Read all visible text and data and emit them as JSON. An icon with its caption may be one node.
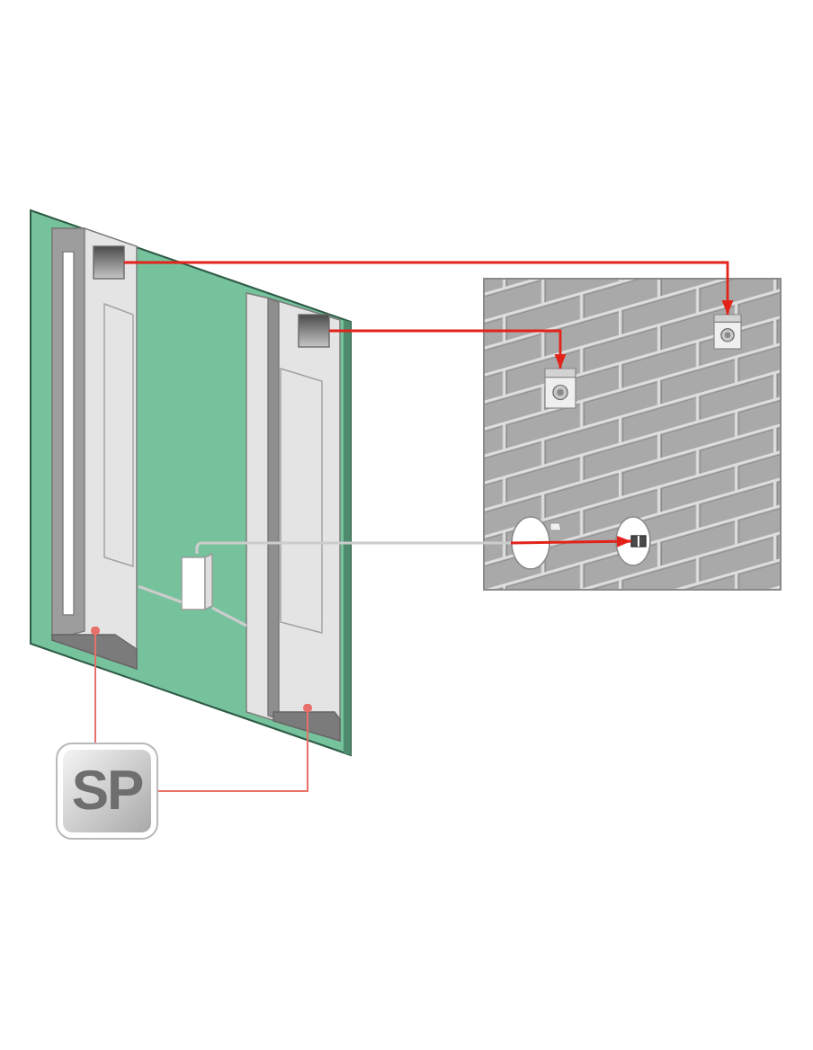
{
  "diagram": {
    "nodes": [
      {
        "text": [],
        "shape": "bar"
      },
      {
        "text": [],
        "shape": "box",
        "in": 0
      },
      {
        "text": [],
        "shape": "bar"
      },
      {
        "text": [],
        "shape": "box",
        "in": 2
      },
      {
        "text": [],
        "shape": "box"
      },
      {
        "text": [],
        "shape": "picture"
      },
      {
        "text": [],
        "shape": "picture"
      },
      {
        "text": [],
        "shape": "circle"
      },
      {
        "text": [],
        "shape": "circle"
      },
      {
        "text": [],
        "shape": "box",
        "in": 8
      },
      {
        "text": [
          "SP"
        ]
      }
    ],
    "edges": [
      {
        "from": 1,
        "to": 5,
        "arrow": "to"
      },
      {
        "from": 3,
        "to": 6,
        "arrow": "to"
      },
      {
        "from": 0,
        "to": 4,
        "arrow": "none",
        "color": "#cccccc"
      },
      {
        "from": 4,
        "to": 2,
        "arrow": "none",
        "color": "#cccccc"
      },
      {
        "from": 4,
        "to": 7,
        "arrow": "none",
        "color": "#cccccc"
      },
      {
        "from": 7,
        "to": 9,
        "arrow": "to"
      },
      {
        "from": 10,
        "to": 0,
        "arrow": "other",
        "color": "#e8706b"
      },
      {
        "from": 10,
        "to": 2,
        "arrow": "other",
        "color": "#e8706b"
      }
    ]
  }
}
